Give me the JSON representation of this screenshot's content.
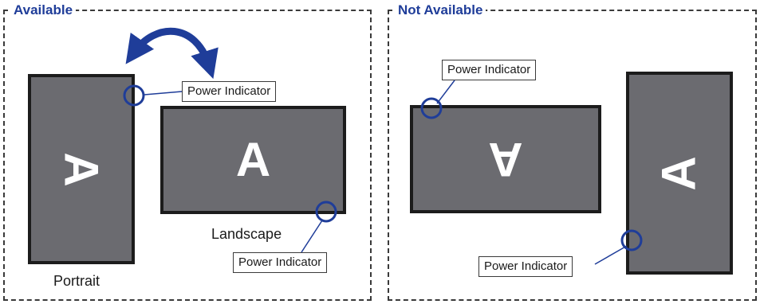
{
  "panels": {
    "available": {
      "title": "Available",
      "portrait_glyph": "A",
      "landscape_glyph": "A",
      "portrait_caption": "Portrait",
      "landscape_caption": "Landscape",
      "callout_top": "Power Indicator",
      "callout_bottom": "Power Indicator"
    },
    "not_available": {
      "title": "Not Available",
      "landscape_glyph": "A",
      "portrait_glyph": "A",
      "callout_top": "Power Indicator",
      "callout_bottom": "Power Indicator"
    }
  },
  "colors": {
    "title": "#1f3d99",
    "indicator": "#1f3d99",
    "screen_fill": "#6b6b70",
    "bezel": "#1c1c1c",
    "dash_border": "#3a3a3a"
  },
  "icons": {
    "rotate_arrow": "curved-double-arrow-icon",
    "indicator": "power-indicator-ring-icon"
  }
}
